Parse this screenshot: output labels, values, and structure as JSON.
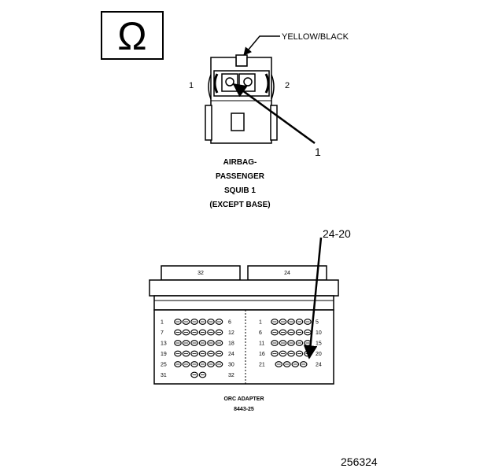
{
  "symbol": {
    "glyph": "Ω",
    "icon": "ohm-icon"
  },
  "top_connector": {
    "wire_label": "YELLOW/BLACK",
    "pin_left": "1",
    "pin_right": "2",
    "callout": "1",
    "caption": [
      "AIRBAG-",
      "PASSENGER",
      "SQUIB 1",
      "(EXCEPT BASE)"
    ]
  },
  "bottom_connector": {
    "callout": "24-20",
    "left_tab": "32",
    "right_tab": "24",
    "left_rows": [
      {
        "start": "1",
        "end": "6",
        "pins": 6
      },
      {
        "start": "7",
        "end": "12",
        "pins": 6
      },
      {
        "start": "13",
        "end": "18",
        "pins": 6
      },
      {
        "start": "19",
        "end": "24",
        "pins": 6
      },
      {
        "start": "25",
        "end": "30",
        "pins": 6
      },
      {
        "start": "31",
        "end": "32",
        "pins": 2
      }
    ],
    "right_rows": [
      {
        "start": "1",
        "end": "5",
        "pins": 5
      },
      {
        "start": "6",
        "end": "10",
        "pins": 5
      },
      {
        "start": "11",
        "end": "15",
        "pins": 5
      },
      {
        "start": "16",
        "end": "20",
        "pins": 5
      },
      {
        "start": "21",
        "end": "24",
        "pins": 4
      }
    ],
    "caption": [
      "ORC ADAPTER",
      "8443-25"
    ]
  },
  "figure_number": "256324"
}
